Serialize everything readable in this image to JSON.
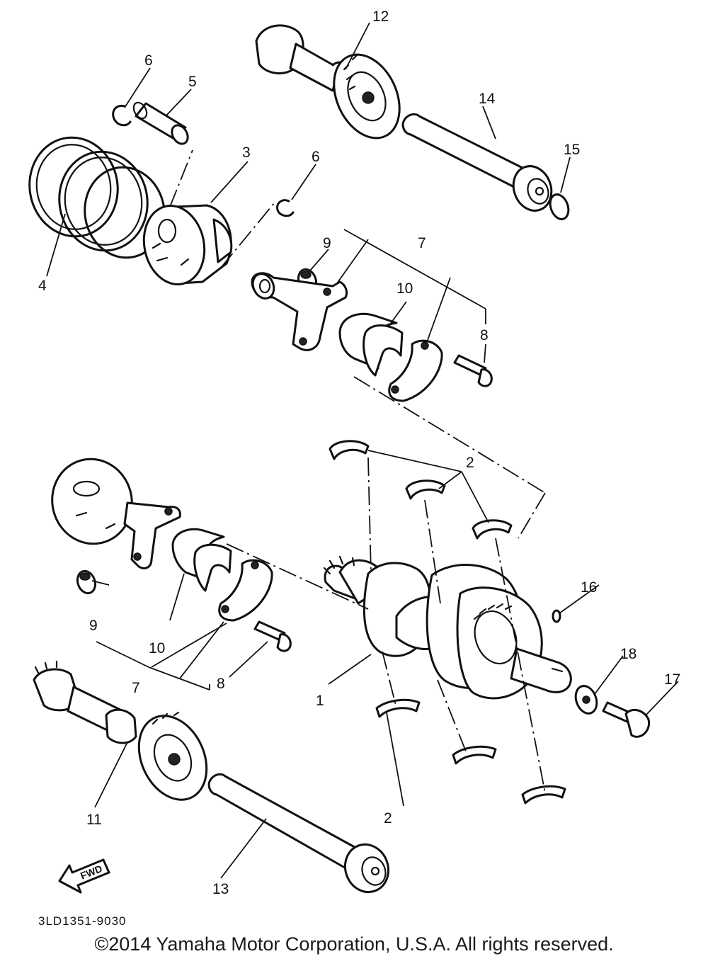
{
  "callouts": [
    {
      "id": "c1",
      "label": "1"
    },
    {
      "id": "c2a",
      "label": "2"
    },
    {
      "id": "c2b",
      "label": "2"
    },
    {
      "id": "c3",
      "label": "3"
    },
    {
      "id": "c4",
      "label": "4"
    },
    {
      "id": "c5",
      "label": "5"
    },
    {
      "id": "c6a",
      "label": "6"
    },
    {
      "id": "c6b",
      "label": "6"
    },
    {
      "id": "c7a",
      "label": "7"
    },
    {
      "id": "c7b",
      "label": "7"
    },
    {
      "id": "c8a",
      "label": "8"
    },
    {
      "id": "c8b",
      "label": "8"
    },
    {
      "id": "c9a",
      "label": "9"
    },
    {
      "id": "c9b",
      "label": "9"
    },
    {
      "id": "c10a",
      "label": "10"
    },
    {
      "id": "c10b",
      "label": "10"
    },
    {
      "id": "c11",
      "label": "11"
    },
    {
      "id": "c12",
      "label": "12"
    },
    {
      "id": "c13",
      "label": "13"
    },
    {
      "id": "c14",
      "label": "14"
    },
    {
      "id": "c15",
      "label": "15"
    },
    {
      "id": "c16",
      "label": "16"
    },
    {
      "id": "c17",
      "label": "17"
    },
    {
      "id": "c18",
      "label": "18"
    }
  ],
  "fwd_label": "FWD",
  "drawing_code": "3LD1351-9030",
  "copyright": "©2014 Yamaha Motor Corporation, U.S.A. All rights reserved."
}
